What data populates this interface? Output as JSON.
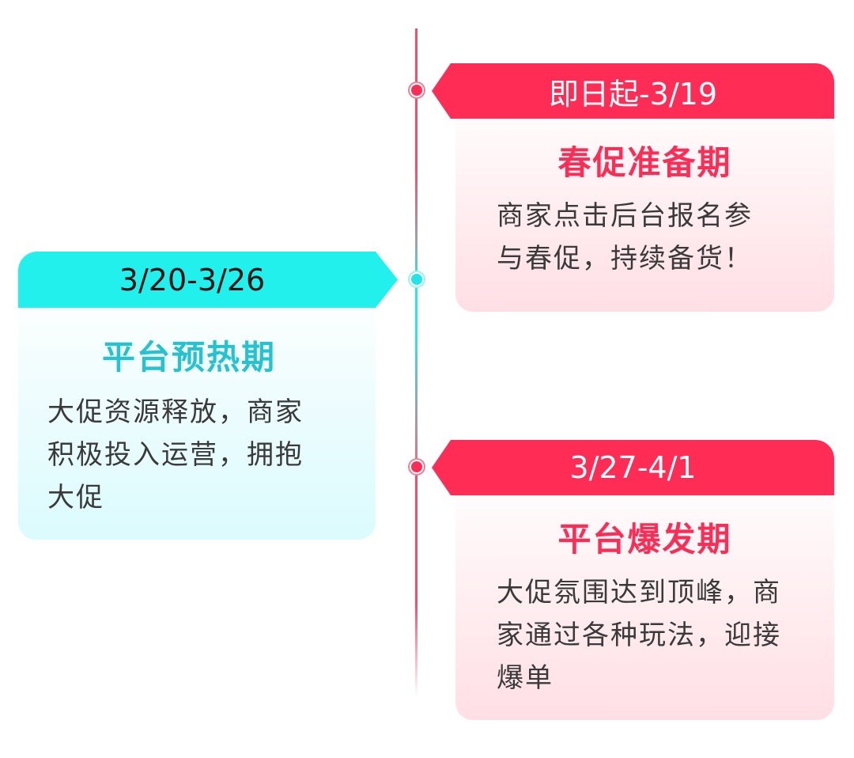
{
  "colors": {
    "red_accent": "#ff2d55",
    "cyan_accent": "#22f0ec",
    "cyan_title": "#25c3cf",
    "pink_card_bg": "#ffdfe5",
    "mint_card_bg": "#dbfbfd",
    "body_text": "#3a3a3a"
  },
  "timeline": {
    "phases": [
      {
        "date": "即日起-3/19",
        "title": "春促准备期",
        "description_lines": [
          "商家点击后台报名参",
          "与春促，持续备货！"
        ],
        "side": "right",
        "color": "red"
      },
      {
        "date": "3/20-3/26",
        "title": "平台预热期",
        "description_lines": [
          "大促资源释放，商家",
          "积极投入运营，拥抱",
          "大促"
        ],
        "side": "left",
        "color": "cyan"
      },
      {
        "date": "3/27-4/1",
        "title": "平台爆发期",
        "description_lines": [
          "大促氛围达到顶峰，商",
          "家通过各种玩法，迎接",
          "爆单"
        ],
        "side": "right",
        "color": "red"
      }
    ]
  }
}
